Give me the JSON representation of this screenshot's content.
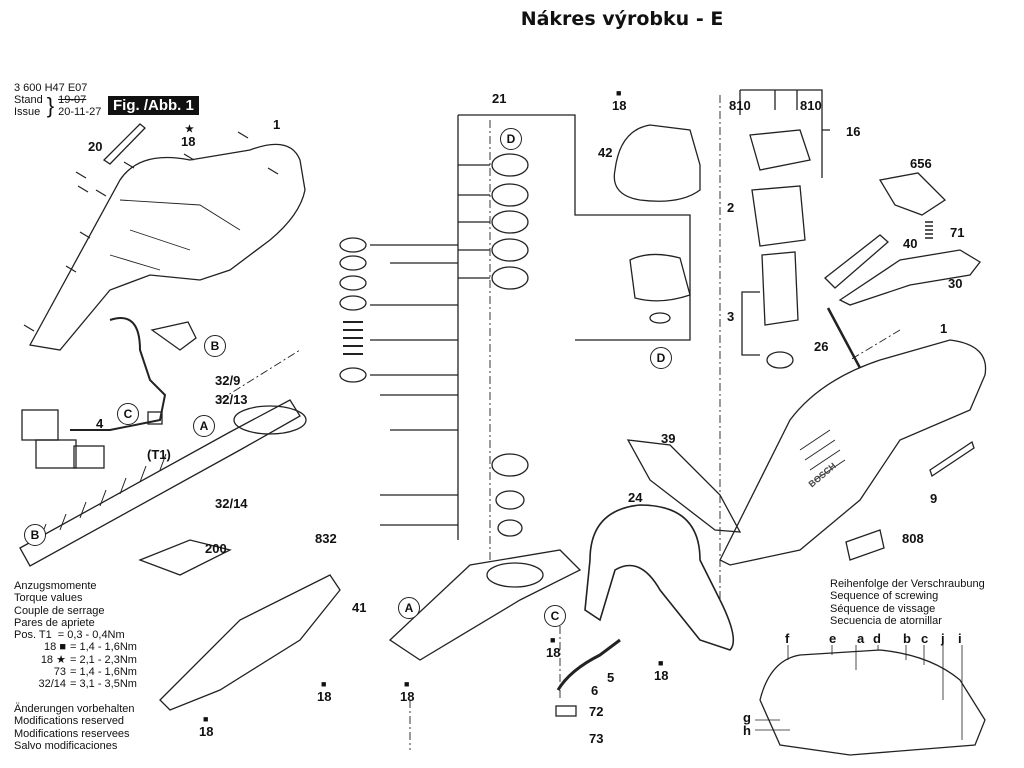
{
  "title": "Nákres výrobku - E",
  "meta": {
    "part_number": "3 600 H47 E07",
    "stand_label": "Stand",
    "issue_label": "Issue",
    "stand_old": "19-07",
    "issue_date": "20-11-27"
  },
  "figure_label": "Fig. /Abb. 1",
  "part_labels": [
    {
      "id": "lbl-1-top",
      "text": "1"
    },
    {
      "id": "lbl-20",
      "text": "20"
    },
    {
      "id": "lbl-18-star-top",
      "text": "18"
    },
    {
      "id": "lbl-4",
      "text": "4"
    },
    {
      "id": "lbl-t1",
      "text": "(T1)"
    },
    {
      "id": "lbl-32-9",
      "text": "32/9"
    },
    {
      "id": "lbl-32-13",
      "text": "32/13"
    },
    {
      "id": "lbl-32-14",
      "text": "32/14"
    },
    {
      "id": "lbl-832",
      "text": "832"
    },
    {
      "id": "lbl-200",
      "text": "200"
    },
    {
      "id": "lbl-41",
      "text": "41"
    },
    {
      "id": "lbl-18-sq-41a",
      "text": "18"
    },
    {
      "id": "lbl-18-sq-41b",
      "text": "18"
    },
    {
      "id": "lbl-21",
      "text": "21"
    },
    {
      "id": "lbl-18-sq-42",
      "text": "18"
    },
    {
      "id": "lbl-42",
      "text": "42"
    },
    {
      "id": "lbl-810a",
      "text": "810"
    },
    {
      "id": "lbl-810b",
      "text": "810"
    },
    {
      "id": "lbl-16",
      "text": "16"
    },
    {
      "id": "lbl-2",
      "text": "2"
    },
    {
      "id": "lbl-3",
      "text": "3"
    },
    {
      "id": "lbl-656",
      "text": "656"
    },
    {
      "id": "lbl-71",
      "text": "71"
    },
    {
      "id": "lbl-40",
      "text": "40"
    },
    {
      "id": "lbl-30",
      "text": "30"
    },
    {
      "id": "lbl-26",
      "text": "26"
    },
    {
      "id": "lbl-1-right",
      "text": "1"
    },
    {
      "id": "lbl-39",
      "text": "39"
    },
    {
      "id": "lbl-24",
      "text": "24"
    },
    {
      "id": "lbl-9",
      "text": "9"
    },
    {
      "id": "lbl-808",
      "text": "808"
    },
    {
      "id": "lbl-18-sq-c",
      "text": "18"
    },
    {
      "id": "lbl-18-sq-a",
      "text": "18"
    },
    {
      "id": "lbl-18-sq-24",
      "text": "18"
    },
    {
      "id": "lbl-5",
      "text": "5"
    },
    {
      "id": "lbl-6",
      "text": "6"
    },
    {
      "id": "lbl-72",
      "text": "72"
    },
    {
      "id": "lbl-73",
      "text": "73"
    }
  ],
  "callouts": {
    "A1": "A",
    "A2": "A",
    "B1": "B",
    "B2": "B",
    "C1": "C",
    "C2": "C",
    "D1": "D",
    "D2": "D"
  },
  "torque": {
    "heading": [
      "Anzugsmomente",
      "Torque values",
      "Couple de serrage",
      "Pares de apriete"
    ],
    "rows": [
      {
        "pos": "Pos. T1",
        "mark": "",
        "range": "= 0,3  -  0,4Nm"
      },
      {
        "pos": "18",
        "mark": "■",
        "range": "= 1,4  -  1,6Nm"
      },
      {
        "pos": "18",
        "mark": "★",
        "range": "= 2,1  -  2,3Nm"
      },
      {
        "pos": "73",
        "mark": "",
        "range": "= 1,4  -  1,6Nm"
      },
      {
        "pos": "32/14",
        "mark": "",
        "range": "= 3,1  -  3,5Nm"
      }
    ]
  },
  "modifications": [
    "Änderungen vorbehalten",
    "Modifications reserved",
    "Modifications reservees",
    "Salvo modificaciones"
  ],
  "screw_sequence": {
    "heading": [
      "Reihenfolge der Verschraubung",
      "Sequence of screwing",
      "Séquence de vissage",
      "Secuencia de atornillar"
    ],
    "letters": [
      "f",
      "e",
      "a",
      "d",
      "b",
      "c",
      "j",
      "i",
      "g",
      "h"
    ]
  },
  "brand_mark": "BOSCH"
}
